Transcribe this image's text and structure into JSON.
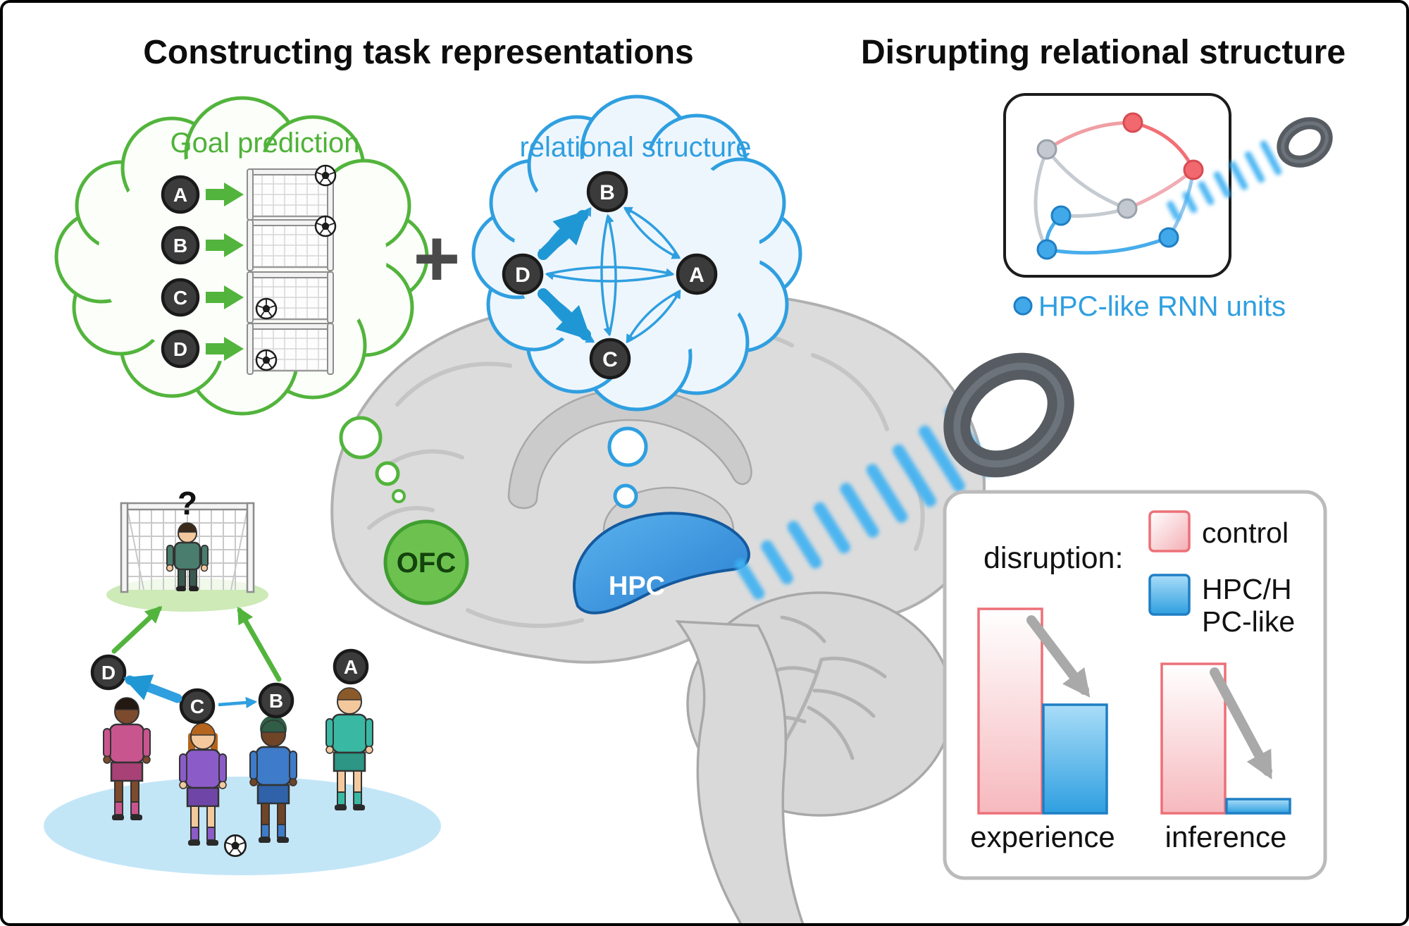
{
  "titles": {
    "left": "Constructing task representations",
    "right": "Disrupting relational structure"
  },
  "goal_prediction": {
    "label": "Goal prediction",
    "rows": [
      {
        "letter": "A",
        "ball_position": "top-right"
      },
      {
        "letter": "B",
        "ball_position": "top-right"
      },
      {
        "letter": "C",
        "ball_position": "bottom-left"
      },
      {
        "letter": "D",
        "ball_position": "bottom-left"
      }
    ]
  },
  "plus_sign": "+",
  "relational_structure": {
    "label": "relational structure",
    "nodes": {
      "top": "B",
      "right": "A",
      "bottom": "C",
      "left": "D"
    },
    "thick_edges": [
      "D-B",
      "D-C"
    ]
  },
  "brain": {
    "ofc_label": "OFC",
    "hpc_label": "HPC"
  },
  "rnn_panel": {
    "caption": "HPC-like RNN units",
    "node_colors": [
      "gray",
      "red",
      "blue"
    ]
  },
  "soccer_scene": {
    "question_mark": "?",
    "player_labels": [
      "D",
      "C",
      "B",
      "A"
    ],
    "pass_arrows": [
      {
        "from": "C",
        "to": "D",
        "weight": "thick"
      },
      {
        "from": "C",
        "to": "B",
        "weight": "thin"
      }
    ]
  },
  "results_panel": {
    "heading": "disruption:",
    "legend": [
      {
        "label": "control"
      },
      {
        "label": "HPC/HPC-like",
        "lines": [
          "HPC/H",
          "PC-like"
        ]
      }
    ],
    "x_labels": [
      "experience",
      "inference"
    ]
  },
  "chart_data": {
    "type": "bar",
    "categories": [
      "experience",
      "inference"
    ],
    "series": [
      {
        "name": "control",
        "values": [
          1.0,
          0.73
        ]
      },
      {
        "name": "HPC/HPC-like",
        "values": [
          0.53,
          0.07
        ]
      }
    ],
    "title": "disruption:",
    "ylabel": "",
    "ylim": [
      0,
      1
    ],
    "legend_position": "top-right",
    "note": "bar heights normalized to tallest (control / experience) bar; no numeric axis shown"
  },
  "icons": [
    "soccer-ball-icon",
    "goal-icon",
    "arrow-right-icon",
    "tms-coil-icon",
    "thought-bubble",
    "question-mark"
  ],
  "colors": {
    "green": "#52b43c",
    "blue": "#2f9fe0",
    "blue_dark": "#1f7fc4",
    "node_dark": "#3b3b3b",
    "control_pink": "#ec7078",
    "hpc_bar_blue": "#2f9fe0",
    "arrow_gray": "#a9a9a9",
    "brain_gray": "#dcdcdc",
    "ofc_green": "#6dc24f",
    "hpc_blue": "#2a7fd0"
  }
}
